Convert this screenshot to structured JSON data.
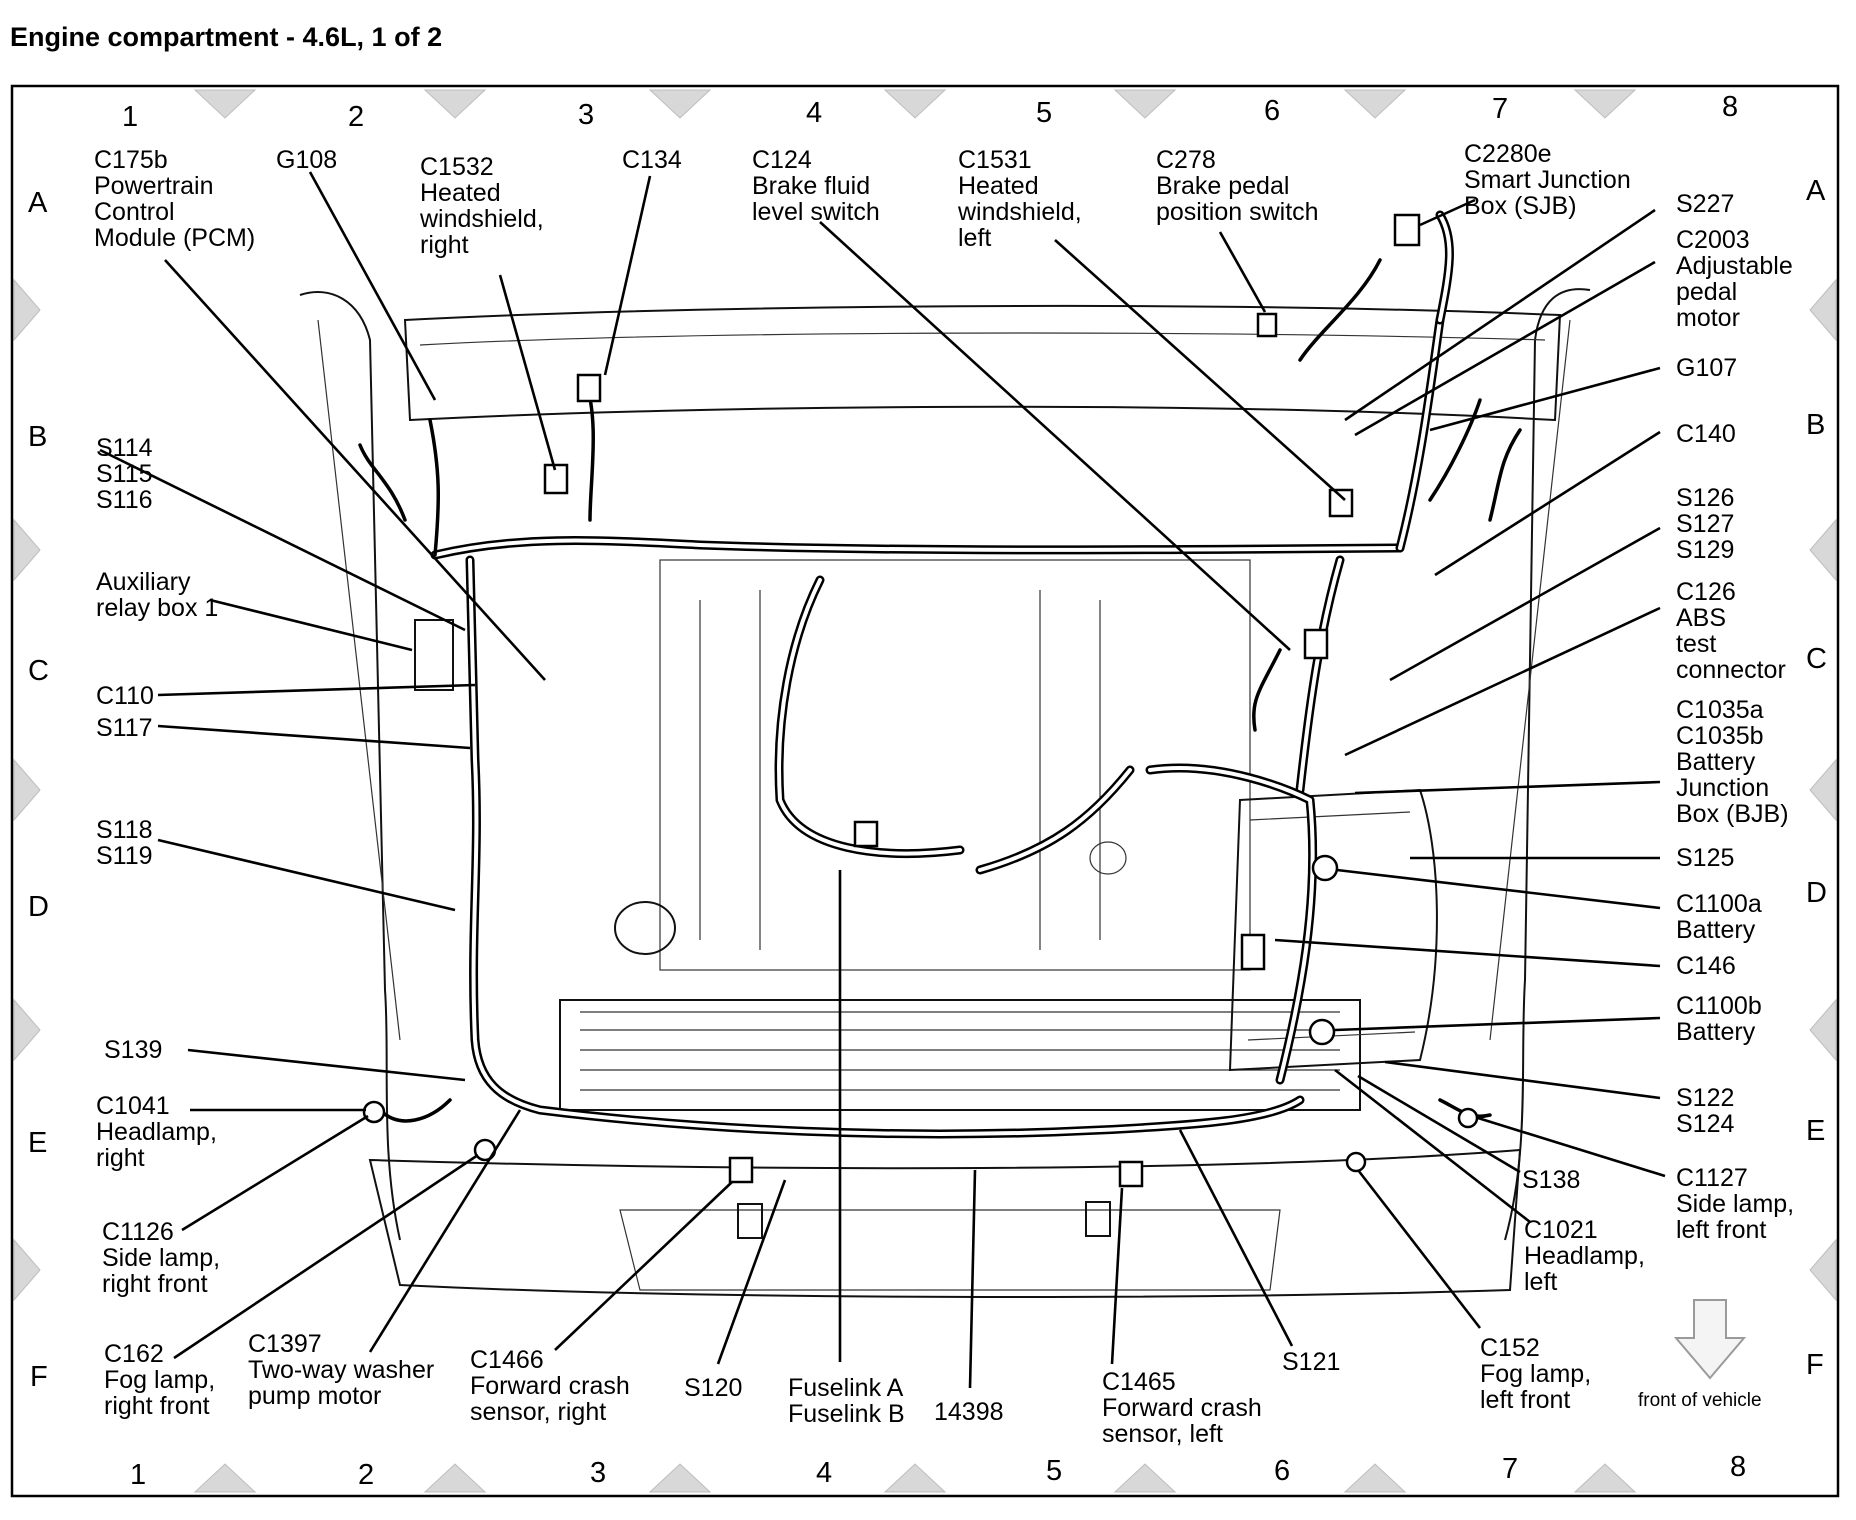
{
  "title": "Engine compartment - 4.6L, 1 of 2",
  "grid": {
    "columns": [
      "1",
      "2",
      "3",
      "4",
      "5",
      "6",
      "7",
      "8"
    ],
    "rows": [
      "A",
      "B",
      "C",
      "D",
      "E",
      "F"
    ]
  },
  "labels": {
    "c175b": [
      "C175b",
      "Powertrain",
      "Control",
      "Module (PCM)"
    ],
    "g108": [
      "G108"
    ],
    "c1532": [
      "C1532",
      "Heated",
      "windshield,",
      "right"
    ],
    "c134": [
      "C134"
    ],
    "c124": [
      "C124",
      "Brake fluid",
      "level switch"
    ],
    "c1531": [
      "C1531",
      "Heated",
      "windshield,",
      "left"
    ],
    "c278": [
      "C278",
      "Brake pedal",
      "position switch"
    ],
    "c2280e": [
      "C2280e",
      "Smart Junction",
      "Box (SJB)"
    ],
    "s227": [
      "S227"
    ],
    "c2003": [
      "C2003",
      "Adjustable",
      "pedal",
      "motor"
    ],
    "g107": [
      "G107"
    ],
    "s114": [
      "S114",
      "S115",
      "S116"
    ],
    "c140": [
      "C140"
    ],
    "s126": [
      "S126",
      "S127",
      "S129"
    ],
    "aux": [
      "Auxiliary",
      "relay box 1"
    ],
    "c126": [
      "C126",
      "ABS",
      "test",
      "connector"
    ],
    "c110": [
      "C110"
    ],
    "s117": [
      "S117"
    ],
    "c1035": [
      "C1035a",
      "C1035b",
      "Battery",
      "Junction",
      "Box (BJB)"
    ],
    "s118": [
      "S118",
      "S119"
    ],
    "s125": [
      "S125"
    ],
    "c1100a": [
      "C1100a",
      "Battery"
    ],
    "c146": [
      "C146"
    ],
    "c1100b": [
      "C1100b",
      "Battery"
    ],
    "s139": [
      "S139"
    ],
    "s122": [
      "S122",
      "S124"
    ],
    "c1041": [
      "C1041",
      "Headlamp,",
      "right"
    ],
    "s138": [
      "S138"
    ],
    "c1127": [
      "C1127",
      "Side lamp,",
      "left front"
    ],
    "c1126": [
      "C1126",
      "Side lamp,",
      "right front"
    ],
    "c1021": [
      "C1021",
      "Headlamp,",
      "left"
    ],
    "c162": [
      "C162",
      "Fog lamp,",
      "right front"
    ],
    "c1397": [
      "C1397",
      "Two-way washer",
      "pump motor"
    ],
    "c1466": [
      "C1466",
      "Forward crash",
      "sensor, right"
    ],
    "s120": [
      "S120"
    ],
    "fuselink": [
      "Fuselink A",
      "Fuselink B"
    ],
    "n14398": [
      "14398"
    ],
    "c1465": [
      "C1465",
      "Forward crash",
      "sensor, left"
    ],
    "s121": [
      "S121"
    ],
    "c152": [
      "C152",
      "Fog lamp,",
      "left front"
    ]
  },
  "front_of_vehicle": "front of vehicle"
}
